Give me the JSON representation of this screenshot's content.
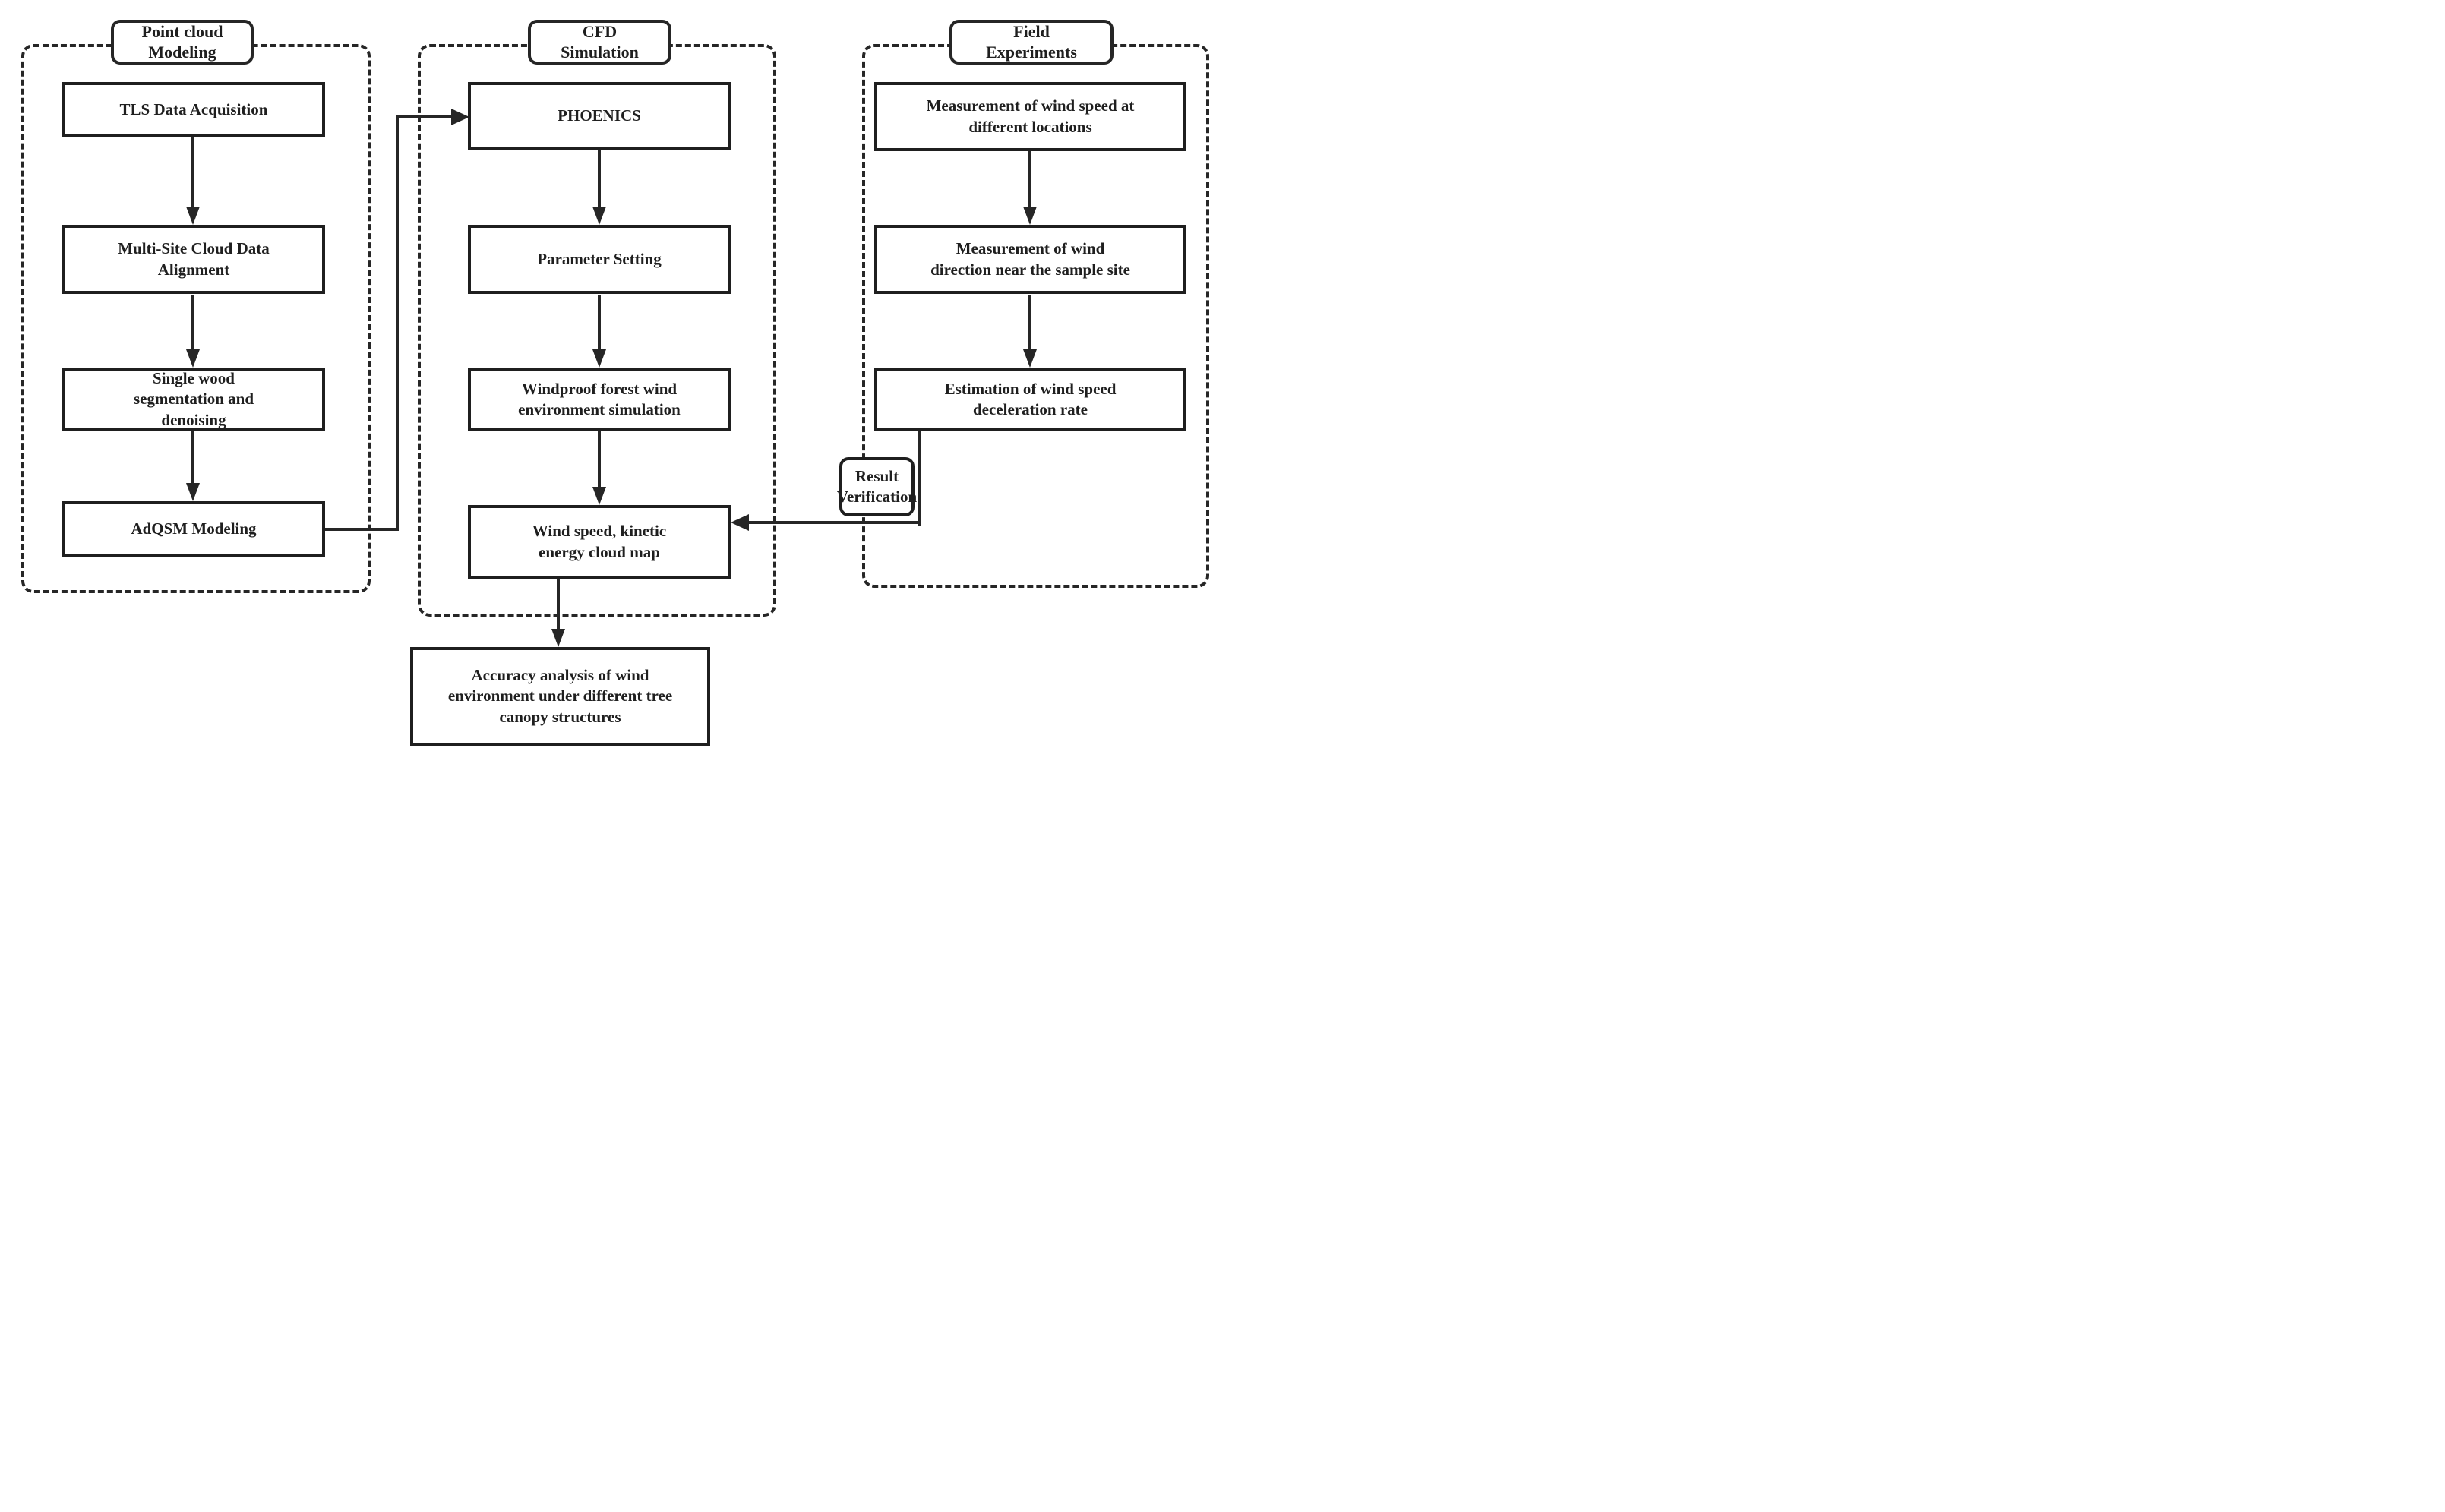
{
  "diagram": {
    "background_color": "#ffffff",
    "line_color": "#262626",
    "groups": [
      {
        "title": "Point cloud\nModeling",
        "boxes": [
          "TLS Data Acquisition",
          "Multi-Site Cloud Data\nAlignment",
          "Single wood\nsegmentation and\ndenoising",
          "AdQSM Modeling"
        ]
      },
      {
        "title": "CFD\nSimulation",
        "boxes": [
          "PHOENICS",
          "Parameter Setting",
          "Windproof forest wind\nenvironment simulation",
          "Wind speed, kinetic\nenergy cloud map"
        ]
      },
      {
        "title": "Field\nExperiments",
        "boxes": [
          "Measurement of wind speed at\ndifferent locations",
          "Measurement of wind\ndirection near the sample site",
          "Estimation of wind speed\ndeceleration rate"
        ]
      }
    ],
    "result_verification": "Result\nVerification",
    "bottom_box": "Accuracy analysis of wind\nenvironment under different tree\ncanopy structures"
  }
}
